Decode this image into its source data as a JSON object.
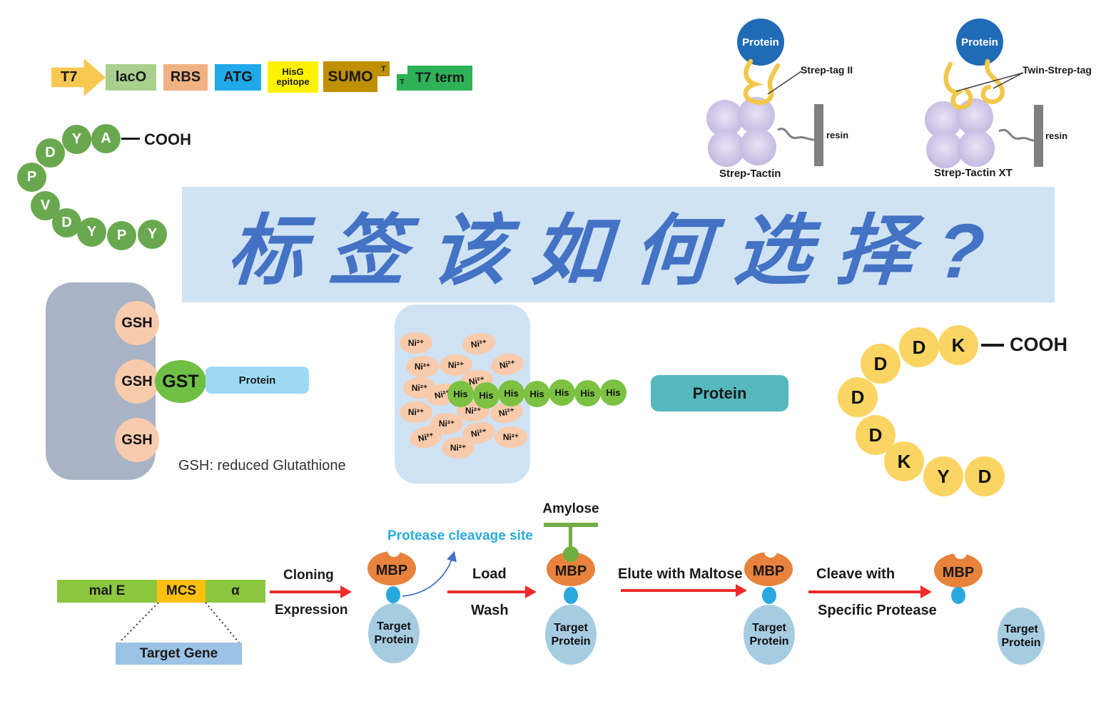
{
  "banner": {
    "title": "标签该如何选择?"
  },
  "construct": {
    "t7": "T7",
    "laco": "lacO",
    "rbs": "RBS",
    "atg": "ATG",
    "hisg_line1": "HisG",
    "hisg_line2": "epitope",
    "sumo": "SUMO",
    "sumo_t": "T",
    "term_t": "T",
    "t7term": "T7 term"
  },
  "ha_tag": {
    "residues": [
      "A",
      "Y",
      "D",
      "P",
      "V",
      "D",
      "Y",
      "P",
      "Y"
    ],
    "terminus": "COOH"
  },
  "flag_tag": {
    "residues": [
      "K",
      "D",
      "D",
      "D",
      "D",
      "K",
      "Y",
      "D"
    ],
    "terminus": "COOH"
  },
  "strep_left": {
    "protein": "Protein",
    "tag": "Strep-tag II",
    "resin": "resin",
    "binder": "Strep-Tactin"
  },
  "strep_right": {
    "protein": "Protein",
    "tag": "Twin-Strep-tag",
    "resin": "resin",
    "binder": "Strep-Tactin XT"
  },
  "gst": {
    "site": "GSH",
    "enzyme": "GST",
    "protein": "Protein",
    "caption": "GSH: reduced Glutathione"
  },
  "his_tag": {
    "ion": "Ni²⁺",
    "residue": "His",
    "protein": "Protein"
  },
  "mbp": {
    "gene": "mal E",
    "mcs": "MCS",
    "alpha": "α",
    "target_gene": "Target Gene",
    "cloning": "Cloning",
    "expression": "Expression",
    "cleavage_site": "Protease cleavage site",
    "load": "Load",
    "wash": "Wash",
    "amylose": "Amylose",
    "elute": "Elute with Maltose",
    "cleave_line1": "Cleave with",
    "cleave_line2": "Specific Protease",
    "mbp": "MBP",
    "target_protein": "Target Protein"
  },
  "colors": {
    "banner_bg": "#cfe3f3",
    "banner_text": "#4472c4",
    "ha_green": "#6aa84f",
    "flag_yellow": "#fbd563",
    "mbp_orange": "#e8823c",
    "linker_cyan": "#29a8e0",
    "target_blue": "#a6cce2",
    "his_green": "#7cc142",
    "ni_peach": "#f7cbab",
    "protein_teal": "#55b8bd",
    "gsh_peach": "#f8cbad",
    "gst_green": "#6fbf45",
    "bead_gray": "#a9b3c6",
    "tactin_purple": "#cdc3e6",
    "resin_gray": "#7f7f7f",
    "arrow_red": "#ee2b2b"
  }
}
